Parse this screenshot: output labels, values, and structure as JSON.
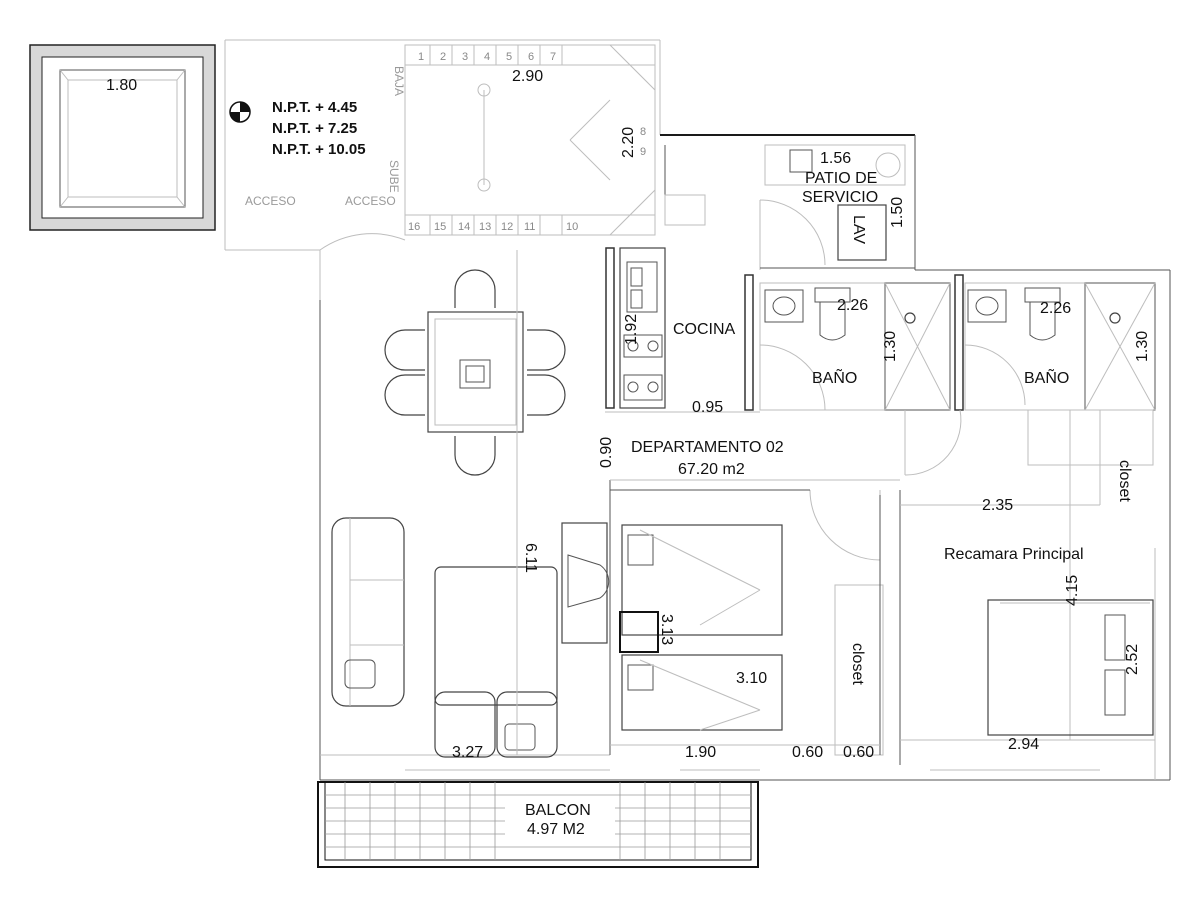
{
  "levels": [
    "N.P.T. + 4.45",
    "N.P.T. + 7.25",
    "N.P.T. + 10.05"
  ],
  "unit": {
    "name": "DEPARTAMENTO 02",
    "area": "67.20 m2"
  },
  "rooms": {
    "cocina": "COCINA",
    "patio_1": "PATIO DE",
    "patio_2": "SERVICIO",
    "lav": "LAV",
    "bano": "BAÑO",
    "closet": "closet",
    "recamara": "Recamara Principal",
    "balcon": "BALCON",
    "balcon_area": "4.97 M2"
  },
  "stair": {
    "baja": "BAJA",
    "sube": "SUBE",
    "acceso": "ACCESO",
    "steps_top": [
      "1",
      "2",
      "3",
      "4",
      "5",
      "6",
      "7"
    ],
    "steps_bottom": [
      "16",
      "15",
      "14",
      "13",
      "12",
      "11",
      "10"
    ],
    "steps_side": [
      "8",
      "9"
    ]
  },
  "dims": {
    "elevator": "1.80",
    "stair_width": "2.90",
    "stair_depth": "2.20",
    "patio_w": "1.56",
    "patio_h": "1.50",
    "kitchen_len": "1.92",
    "kitchen_w": "0.95",
    "bath1_w": "2.26",
    "bath1_h": "1.30",
    "bath2_w": "2.26",
    "bath2_h": "1.30",
    "hall": "0.90",
    "living_len": "6.11",
    "bed2_h": "3.13",
    "bed2_w": "3.10",
    "living_w": "3.27",
    "bed2_bottom": "1.90",
    "closet1_a": "0.60",
    "closet1_b": "0.60",
    "master_w": "2.35",
    "master_h": "4.15",
    "master_bed": "2.52",
    "master_bottom": "2.94"
  }
}
